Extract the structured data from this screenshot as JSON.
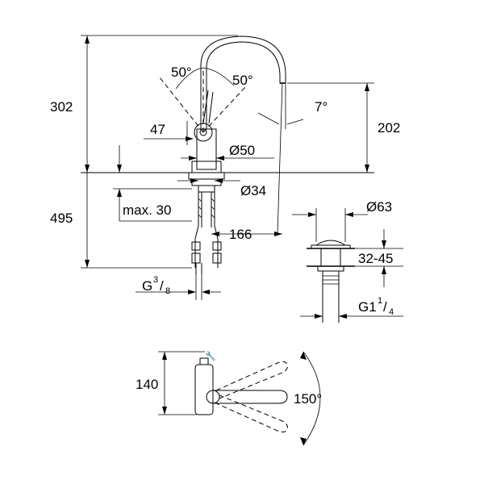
{
  "dimensions": {
    "height_total_top": "302",
    "angle_left": "50°",
    "angle_right": "50°",
    "angle_spout": "7°",
    "height_spout": "202",
    "lever_offset": "47",
    "body_diameter": "Ø50",
    "hole_diameter": "Ø34",
    "height_below": "495",
    "max_thickness": "max. 30",
    "reach": "166",
    "thread_prefix": "G",
    "thread_num": "3",
    "thread_slash": "/",
    "thread_den": "8",
    "waste_diameter": "Ø63",
    "waste_range": "32-45",
    "waste_thread_prefix": "G1",
    "waste_thread_num": "1",
    "waste_thread_slash": "/",
    "waste_thread_den": "4",
    "plan_depth": "140",
    "swivel_angle": "150°"
  }
}
